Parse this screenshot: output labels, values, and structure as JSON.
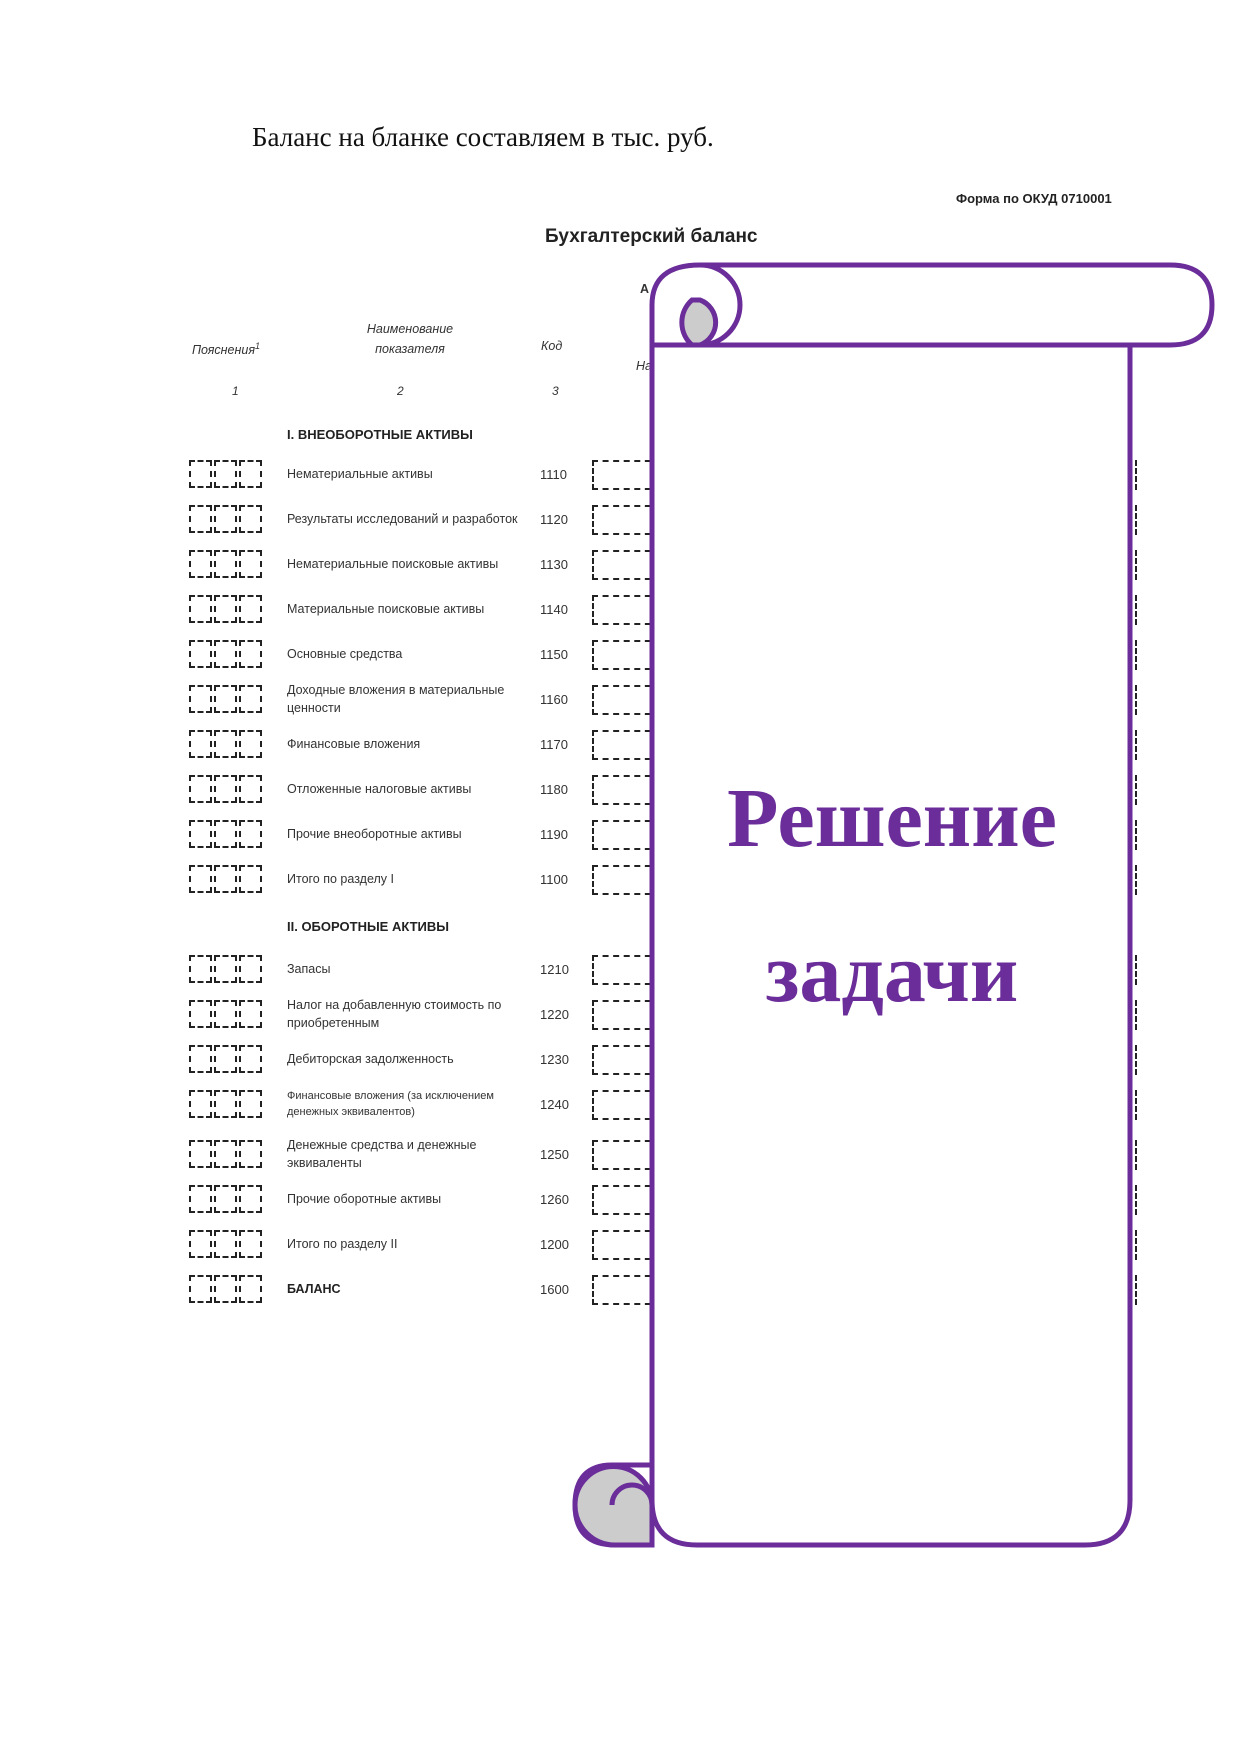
{
  "intro_text": "Баланс на бланке составляем в тыс. руб.",
  "form": {
    "code_label": "Форма по ОКУД 0710001",
    "title": "Бухгалтерский баланс",
    "headers": {
      "explanations": "Пояснения",
      "explanations_sup": "1",
      "name_line1": "Наименование",
      "name_line2": "показателя",
      "code": "Код",
      "partial_1": "А",
      "partial_2": "На"
    },
    "column_numbers": [
      "1",
      "2",
      "3"
    ],
    "sections": [
      {
        "title": "I. ВНЕОБОРОТНЫЕ АКТИВЫ",
        "rows": [
          {
            "name": "Нематериальные активы",
            "code": "1110"
          },
          {
            "name": "Результаты исследований и разработок",
            "code": "1120"
          },
          {
            "name": "Нематериальные поисковые активы",
            "code": "1130"
          },
          {
            "name": "Материальные поисковые активы",
            "code": "1140"
          },
          {
            "name": "Основные средства",
            "code": "1150"
          },
          {
            "name": "Доходные вложения в материальные ценности",
            "code": "1160"
          },
          {
            "name": "Финансовые вложения",
            "code": "1170"
          },
          {
            "name": "Отложенные налоговые активы",
            "code": "1180"
          },
          {
            "name": "Прочие внеоборотные активы",
            "code": "1190"
          },
          {
            "name": "Итого по разделу I",
            "code": "1100"
          }
        ]
      },
      {
        "title": "II. ОБОРОТНЫЕ АКТИВЫ",
        "rows": [
          {
            "name": "Запасы",
            "code": "1210"
          },
          {
            "name": "Налог на добавленную стоимость по приобретенным",
            "code": "1220"
          },
          {
            "name": "Дебиторская задолженность",
            "code": "1230"
          },
          {
            "name": "Финансовые вложения (за исключением денежных эквивалентов)",
            "code": "1240"
          },
          {
            "name": "Денежные средства и денежные эквиваленты",
            "code": "1250"
          },
          {
            "name": "Прочие оборотные активы",
            "code": "1260"
          },
          {
            "name": "Итого по разделу II",
            "code": "1200"
          },
          {
            "name": "БАЛАНС",
            "code": "1600",
            "bold": true
          }
        ]
      }
    ]
  },
  "scroll": {
    "line1": "Решение",
    "line2": "задачи",
    "text_color": "#6a2d99",
    "border_color": "#6a2d99",
    "curl_fill": "#cccccc"
  }
}
